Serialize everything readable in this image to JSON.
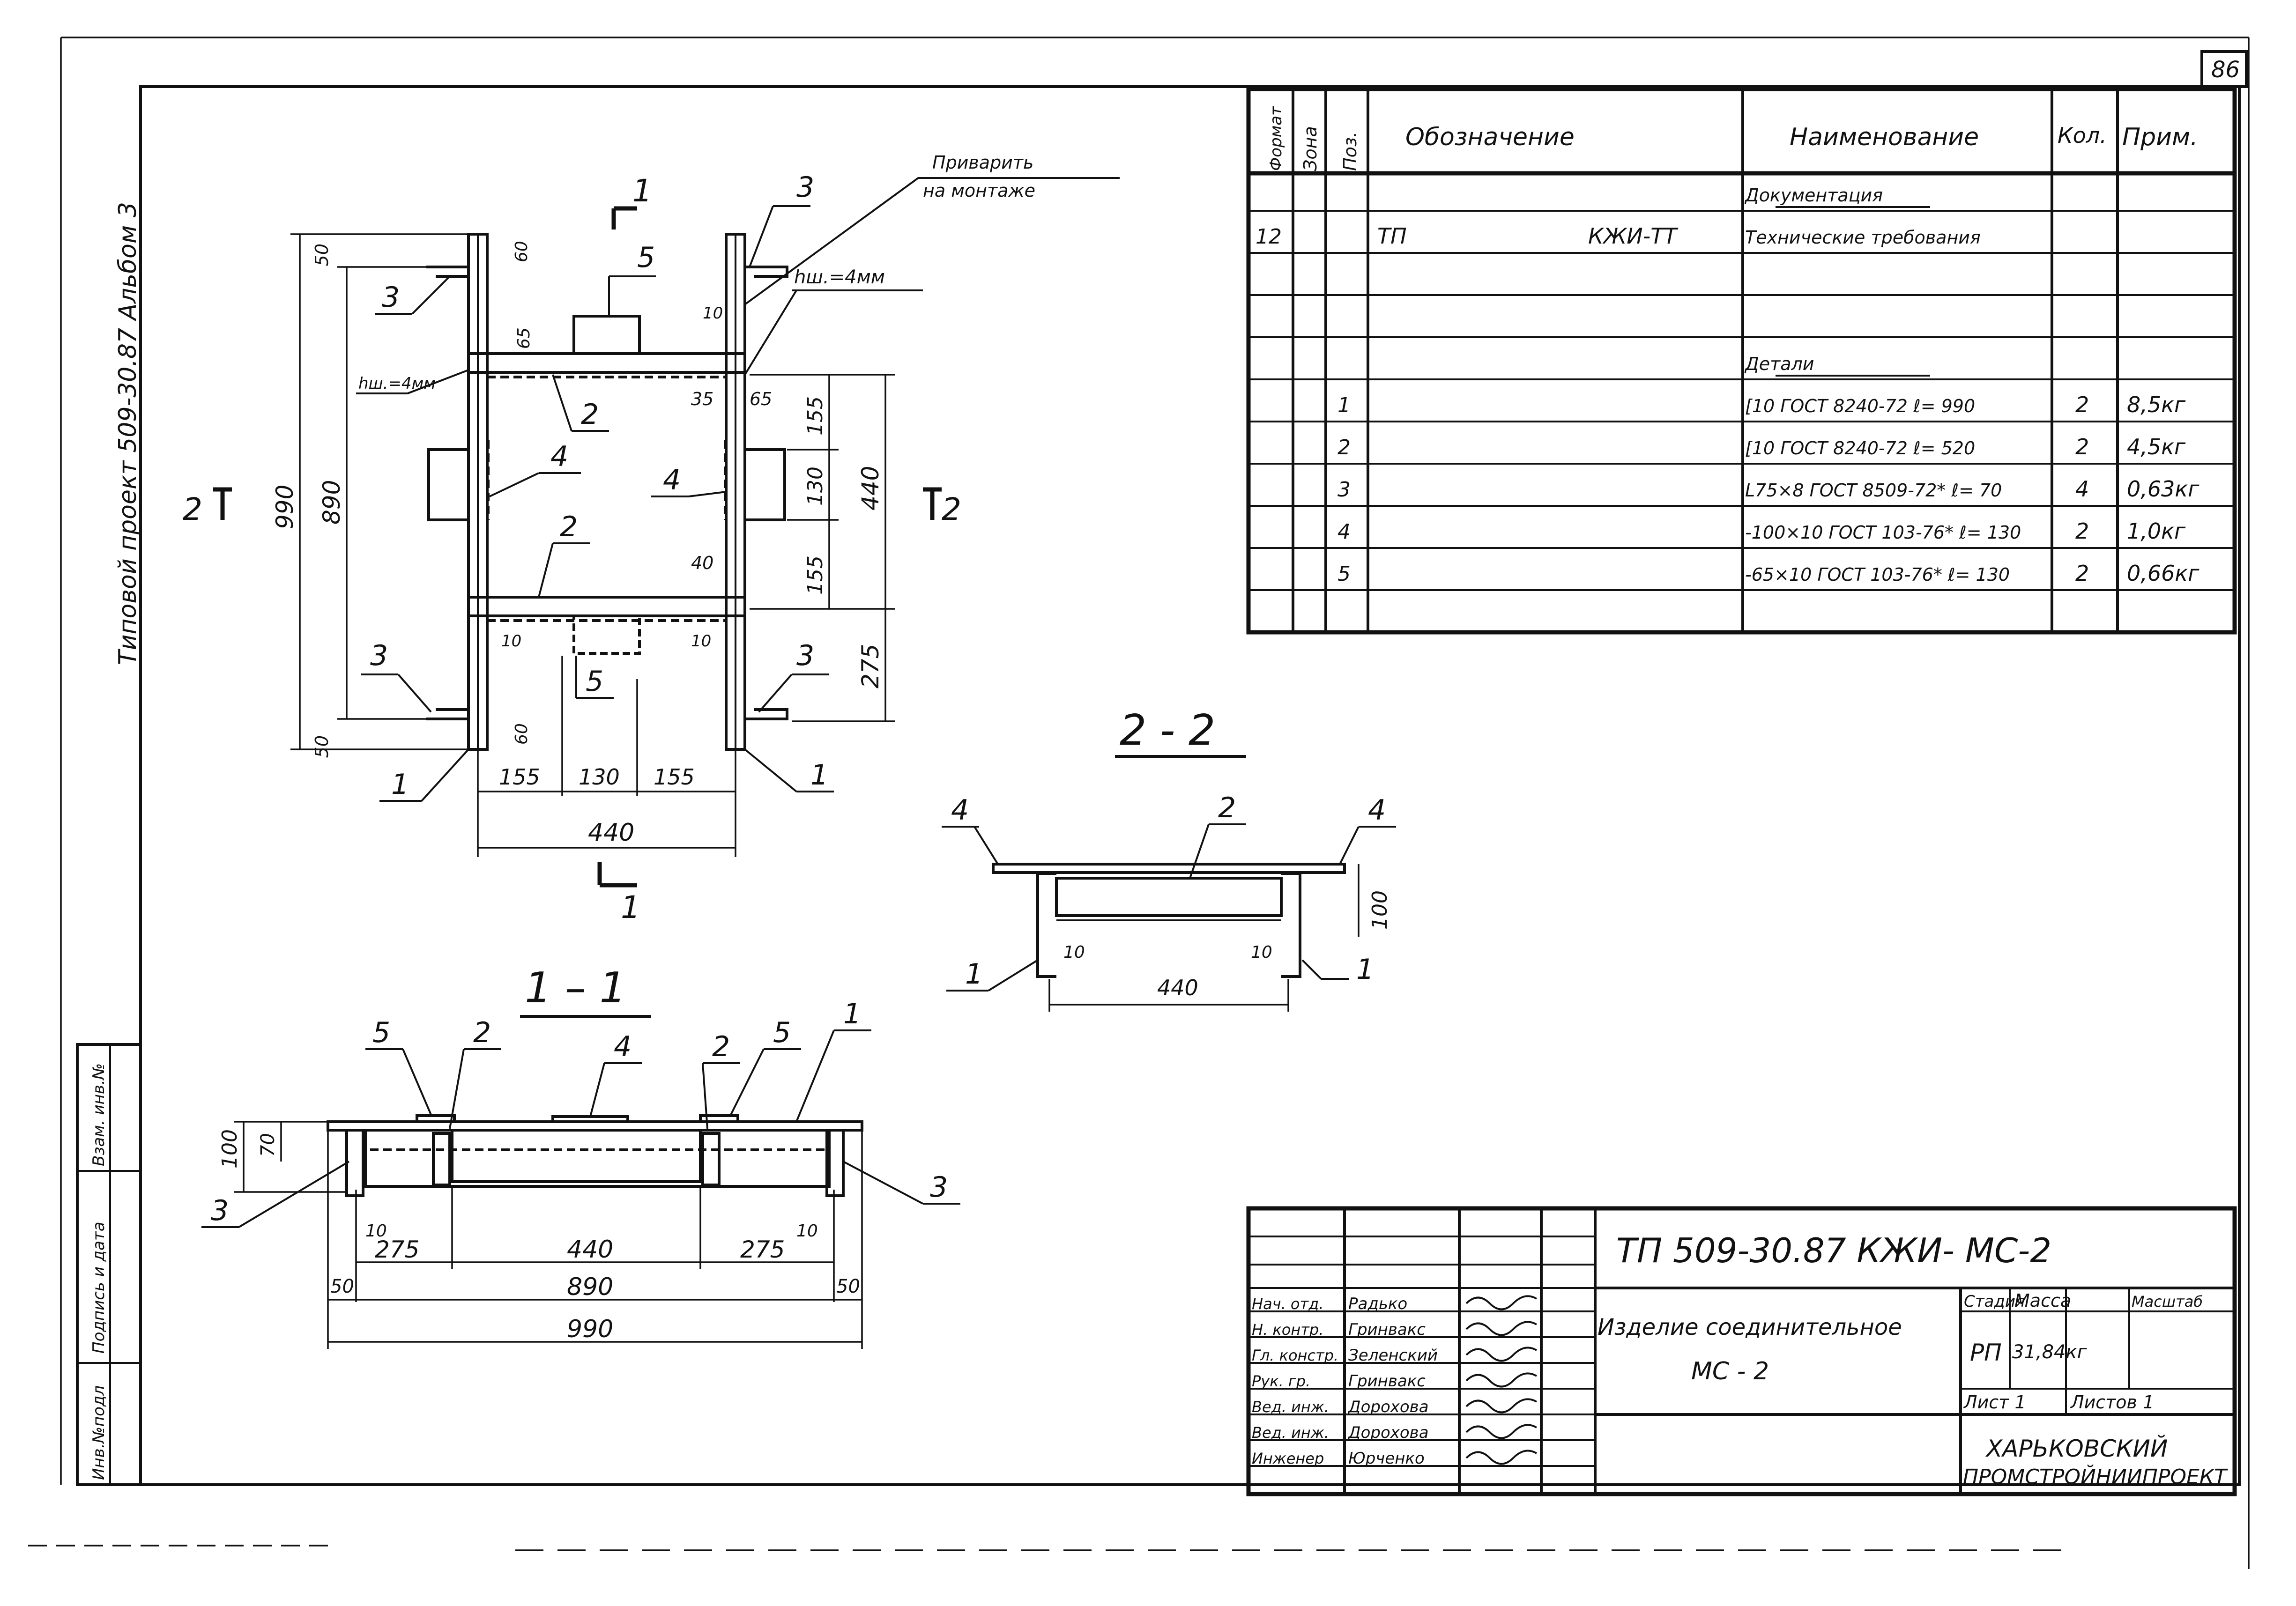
{
  "sheet": {
    "number": "86",
    "side_label": "Типовой   проект 509-30.87 Альбом 3"
  },
  "stamp_sidebar": {
    "inv_podl": "Инв.№подл",
    "podpis_data": "Подпись и дата",
    "vzam_inv": "Взам. инв.№"
  },
  "spec_table": {
    "headers": {
      "format": "Формат",
      "zone": "Зона",
      "pos": "Поз.",
      "designation": "Обозначение",
      "name": "Наименование",
      "qty": "Кол.",
      "note": "Прим."
    },
    "rows": [
      {
        "format": "",
        "zone": "",
        "pos": "",
        "designation_a": "",
        "designation_b": "",
        "name": "Документация",
        "qty": "",
        "note": "",
        "underline": true
      },
      {
        "format": "12",
        "zone": "",
        "pos": "",
        "designation_a": "ТП",
        "designation_b": "КЖИ-ТТ",
        "name": "Технические требования",
        "qty": "",
        "note": "",
        "underline": false
      },
      {
        "format": "",
        "zone": "",
        "pos": "",
        "designation_a": "",
        "designation_b": "",
        "name": "",
        "qty": "",
        "note": "",
        "underline": false
      },
      {
        "format": "",
        "zone": "",
        "pos": "",
        "designation_a": "",
        "designation_b": "",
        "name": "",
        "qty": "",
        "note": "",
        "underline": false
      },
      {
        "format": "",
        "zone": "",
        "pos": "",
        "designation_a": "",
        "designation_b": "",
        "name": "Детали",
        "qty": "",
        "note": "",
        "underline": true
      },
      {
        "format": "",
        "zone": "",
        "pos": "1",
        "designation_a": "",
        "designation_b": "",
        "name": "[10 ГОСТ 8240-72 ℓ= 990",
        "qty": "2",
        "note": "8,5кг",
        "underline": false
      },
      {
        "format": "",
        "zone": "",
        "pos": "2",
        "designation_a": "",
        "designation_b": "",
        "name": "[10 ГОСТ 8240-72 ℓ= 520",
        "qty": "2",
        "note": "4,5кг",
        "underline": false
      },
      {
        "format": "",
        "zone": "",
        "pos": "3",
        "designation_a": "",
        "designation_b": "",
        "name": "L75×8 ГОСТ 8509-72* ℓ= 70",
        "qty": "4",
        "note": "0,63кг",
        "underline": false
      },
      {
        "format": "",
        "zone": "",
        "pos": "4",
        "designation_a": "",
        "designation_b": "",
        "name": "-100×10 ГОСТ 103-76* ℓ= 130",
        "qty": "2",
        "note": "1,0кг",
        "underline": false
      },
      {
        "format": "",
        "zone": "",
        "pos": "5",
        "designation_a": "",
        "designation_b": "",
        "name": "-65×10 ГОСТ 103-76* ℓ= 130",
        "qty": "2",
        "note": "0,66кг",
        "underline": false
      },
      {
        "format": "",
        "zone": "",
        "pos": "",
        "designation_a": "",
        "designation_b": "",
        "name": "",
        "qty": "",
        "note": "",
        "underline": false
      }
    ]
  },
  "title_block": {
    "code": "ТП 509-30.87 КЖИ- МС-2",
    "item_name_1": "Изделие соединительное",
    "item_name_2": "МС - 2",
    "stage_label": "Стадия",
    "mass_label": "Масса",
    "scale_label": "Масштаб",
    "stage_value": "РП",
    "mass_value": "31,84кг",
    "sheet_label": "Лист 1",
    "sheets_label": "Листов 1",
    "org_1": "ХАРЬКОВСКИЙ",
    "org_2": "ПРОМСТРОЙНИИПРОЕКТ",
    "roles": [
      {
        "role": "Нач. отд.",
        "name": "Радько"
      },
      {
        "role": "Н. контр.",
        "name": "Гринвакс"
      },
      {
        "role": "Гл. констр.",
        "name": "Зеленский"
      },
      {
        "role": "Рук. гр.",
        "name": "Гринвакс"
      },
      {
        "role": "Вед. инж.",
        "name": "Дорохова"
      },
      {
        "role": "Вед. инж.",
        "name": "Дорохова"
      },
      {
        "role": "Инженер",
        "name": "Юрченко"
      }
    ]
  },
  "drawing": {
    "note_weld_1": "Приварить",
    "note_weld_2": "на монтаже",
    "weld_size_label": "hш.=4мм",
    "weld_size_label_left": "hш.=4мм",
    "section_1_1": "1 – 1",
    "section_2_2": "2 - 2",
    "cut_mark_1": "1",
    "cut_mark_2": "2",
    "plan_dims": {
      "d50_top": "50",
      "d60_top": "60",
      "d65": "65",
      "d10_a": "10",
      "d35": "35",
      "d65_r": "65",
      "d155_r1": "155",
      "d130_r": "130",
      "d155_r2": "155",
      "d440_r": "440",
      "d40": "40",
      "d275_r": "275",
      "d10_b": "10",
      "d10_c": "10",
      "d60_bot": "60",
      "d50_bot": "50",
      "d990": "990",
      "d890": "890",
      "b155_1": "155",
      "b130": "130",
      "b155_2": "155",
      "b440": "440"
    },
    "s11_dims": {
      "d100": "100",
      "d70": "70",
      "d10_l": "10",
      "d275_l": "275",
      "d440": "440",
      "d275_r": "275",
      "d10_r": "10",
      "d50_l": "50",
      "d890": "890",
      "d50_r": "50",
      "d990": "990"
    },
    "s22_dims": {
      "d100": "100",
      "d10_l": "10",
      "d10_r": "10",
      "d440": "440"
    },
    "positions": {
      "p1": "1",
      "p2": "2",
      "p3": "3",
      "p4": "4",
      "p5": "5"
    }
  }
}
